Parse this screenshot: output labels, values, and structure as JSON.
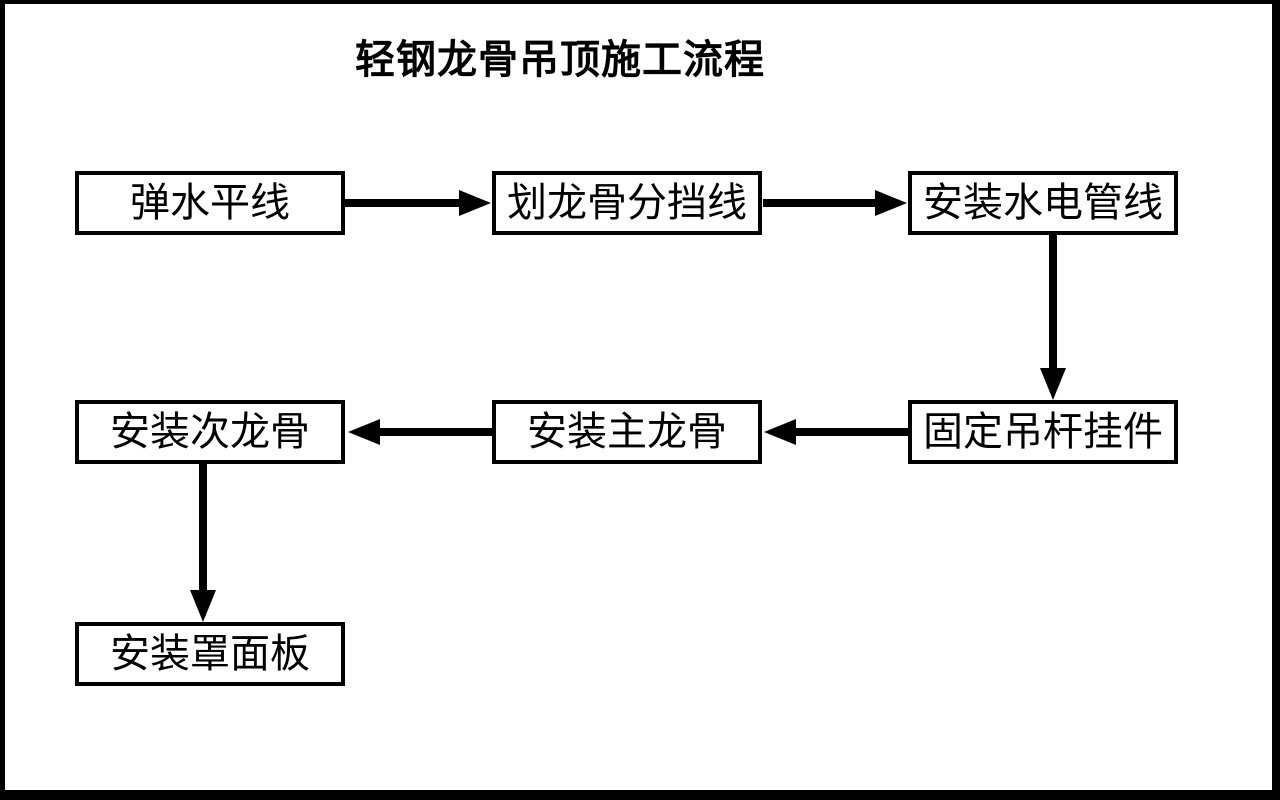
{
  "title": "轻钢龙骨吊顶施工流程",
  "colors": {
    "background": "#ffffff",
    "line": "#000000",
    "text": "#000000"
  },
  "nodes": [
    {
      "id": "step-1",
      "label": "弹水平线"
    },
    {
      "id": "step-2",
      "label": "划龙骨分挡线"
    },
    {
      "id": "step-3",
      "label": "安装水电管线"
    },
    {
      "id": "step-4",
      "label": "固定吊杆挂件"
    },
    {
      "id": "step-5",
      "label": "安装主龙骨"
    },
    {
      "id": "step-6",
      "label": "安装次龙骨"
    },
    {
      "id": "step-7",
      "label": "安装罩面板"
    }
  ],
  "edges": [
    {
      "from": "弹水平线",
      "to": "划龙骨分挡线",
      "direction": "right"
    },
    {
      "from": "划龙骨分挡线",
      "to": "安装水电管线",
      "direction": "right"
    },
    {
      "from": "安装水电管线",
      "to": "固定吊杆挂件",
      "direction": "down"
    },
    {
      "from": "固定吊杆挂件",
      "to": "安装主龙骨",
      "direction": "left"
    },
    {
      "from": "安装主龙骨",
      "to": "安装次龙骨",
      "direction": "left"
    },
    {
      "from": "安装次龙骨",
      "to": "安装罩面板",
      "direction": "down"
    }
  ]
}
